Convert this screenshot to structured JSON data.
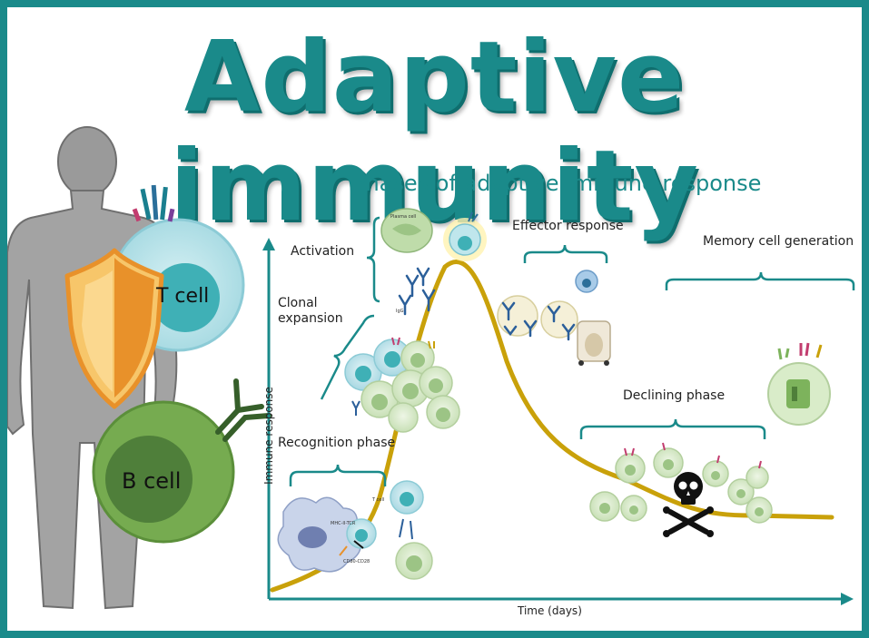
{
  "title": "Adaptive immunity",
  "subtitle": "Phases of  adaptive immune response",
  "cells": {
    "t_cell": "T cell",
    "b_cell": "B cell"
  },
  "axes": {
    "x_label": "Time (days)",
    "y_label": "Immune response"
  },
  "phases": {
    "activation": "Activation",
    "clonal_expansion_line1": "Clonal",
    "clonal_expansion_line2": "expansion",
    "recognition": "Recognition phase",
    "effector": "Effector response",
    "declining": "Declining phase",
    "memory": "Memory cell generation"
  },
  "small_labels": {
    "plasma_cell": "Plasma cell",
    "t_cell_small": "T cell",
    "mhc": "MHC-II-TCR",
    "cd": "CD80-CD28",
    "ig": "IgG"
  },
  "colors": {
    "teal": "#1a8a8a",
    "curve": "#c9a10a",
    "shield_light": "#f7c66a",
    "shield_dark": "#e8912a",
    "t_cell_fill": "#bfe6ec",
    "b_cell_fill": "#72a84e"
  }
}
